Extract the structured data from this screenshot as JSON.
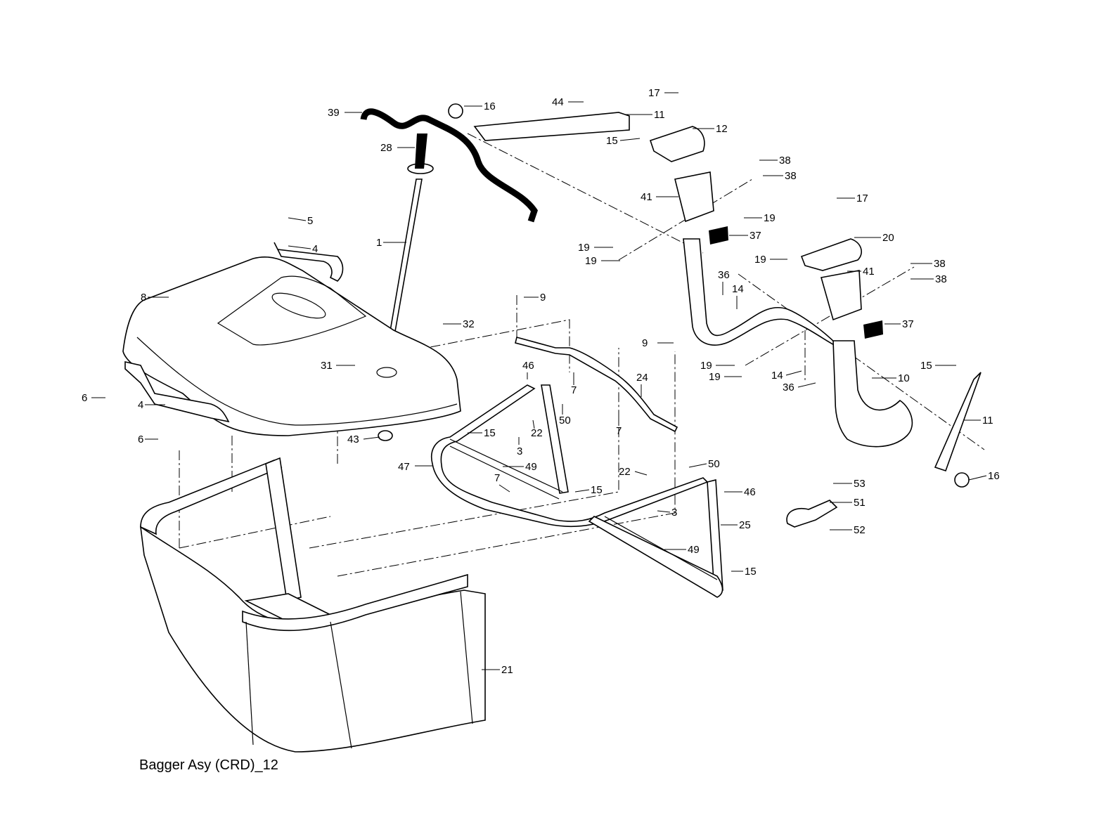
{
  "caption": "Bagger Asy (CRD)_12",
  "callouts": [
    {
      "id": "c39",
      "text": "39"
    },
    {
      "id": "c28",
      "text": "28"
    },
    {
      "id": "c16a",
      "text": "16"
    },
    {
      "id": "c44",
      "text": "44"
    },
    {
      "id": "c11a",
      "text": "11"
    },
    {
      "id": "c17a",
      "text": "17"
    },
    {
      "id": "c12",
      "text": "12"
    },
    {
      "id": "c15a",
      "text": "15"
    },
    {
      "id": "c38a",
      "text": "38"
    },
    {
      "id": "c38b",
      "text": "38"
    },
    {
      "id": "c41a",
      "text": "41"
    },
    {
      "id": "c19a",
      "text": "19"
    },
    {
      "id": "c37a",
      "text": "37"
    },
    {
      "id": "c17b",
      "text": "17"
    },
    {
      "id": "c20",
      "text": "20"
    },
    {
      "id": "c5",
      "text": "5"
    },
    {
      "id": "c4a",
      "text": "4"
    },
    {
      "id": "c1",
      "text": "1"
    },
    {
      "id": "c19b",
      "text": "19"
    },
    {
      "id": "c19c",
      "text": "19"
    },
    {
      "id": "c19d",
      "text": "19"
    },
    {
      "id": "c38c",
      "text": "38"
    },
    {
      "id": "c41b",
      "text": "41"
    },
    {
      "id": "c38d",
      "text": "38"
    },
    {
      "id": "c8",
      "text": "8"
    },
    {
      "id": "c36a",
      "text": "36"
    },
    {
      "id": "c14a",
      "text": "14"
    },
    {
      "id": "c9a",
      "text": "9"
    },
    {
      "id": "c32",
      "text": "32"
    },
    {
      "id": "c37b",
      "text": "37"
    },
    {
      "id": "c9b",
      "text": "9"
    },
    {
      "id": "c31",
      "text": "31"
    },
    {
      "id": "c46a",
      "text": "46"
    },
    {
      "id": "c24",
      "text": "24"
    },
    {
      "id": "c19e",
      "text": "19"
    },
    {
      "id": "c19f",
      "text": "19"
    },
    {
      "id": "c14b",
      "text": "14"
    },
    {
      "id": "c15b",
      "text": "15"
    },
    {
      "id": "c10",
      "text": "10"
    },
    {
      "id": "c36b",
      "text": "36"
    },
    {
      "id": "c6a",
      "text": "6"
    },
    {
      "id": "c7a",
      "text": "7"
    },
    {
      "id": "c4b",
      "text": "4"
    },
    {
      "id": "c50a",
      "text": "50"
    },
    {
      "id": "c11b",
      "text": "11"
    },
    {
      "id": "c7b",
      "text": "7"
    },
    {
      "id": "c6b",
      "text": "6"
    },
    {
      "id": "c15c",
      "text": "15"
    },
    {
      "id": "c22a",
      "text": "22"
    },
    {
      "id": "c43",
      "text": "43"
    },
    {
      "id": "c3a",
      "text": "3"
    },
    {
      "id": "c50b",
      "text": "50"
    },
    {
      "id": "c16b",
      "text": "16"
    },
    {
      "id": "c47",
      "text": "47"
    },
    {
      "id": "c49a",
      "text": "49"
    },
    {
      "id": "c22b",
      "text": "22"
    },
    {
      "id": "c53",
      "text": "53"
    },
    {
      "id": "c7c",
      "text": "7"
    },
    {
      "id": "c46b",
      "text": "46"
    },
    {
      "id": "c15d",
      "text": "15"
    },
    {
      "id": "c51",
      "text": "51"
    },
    {
      "id": "c3b",
      "text": "3"
    },
    {
      "id": "c25",
      "text": "25"
    },
    {
      "id": "c52",
      "text": "52"
    },
    {
      "id": "c49b",
      "text": "49"
    },
    {
      "id": "c15e",
      "text": "15"
    },
    {
      "id": "c21",
      "text": "21"
    }
  ]
}
